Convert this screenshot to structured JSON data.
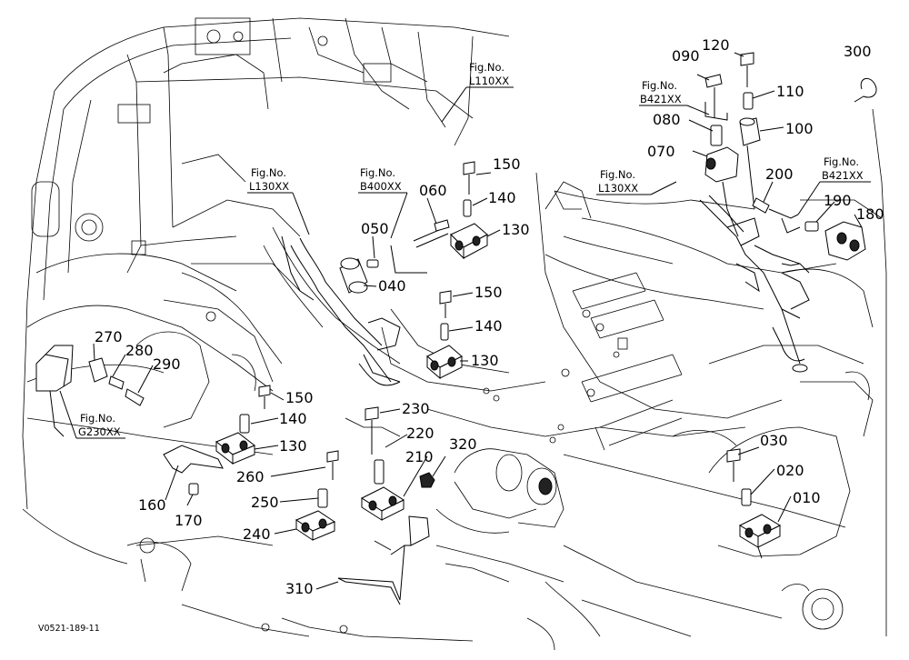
{
  "part_numbers": {
    "p010": "010",
    "p020": "020",
    "p030": "030",
    "p040": "040",
    "p050": "050",
    "p060": "060",
    "p070": "070",
    "p080": "080",
    "p090": "090",
    "p100": "100",
    "p110": "110",
    "p120": "120",
    "p130a": "130",
    "p130b": "130",
    "p130c": "130",
    "p140a": "140",
    "p140b": "140",
    "p140c": "140",
    "p150a": "150",
    "p150b": "150",
    "p150c": "150",
    "p160": "160",
    "p170": "170",
    "p180": "180",
    "p190": "190",
    "p200": "200",
    "p210": "210",
    "p220": "220",
    "p230": "230",
    "p240": "240",
    "p250": "250",
    "p260": "260",
    "p270": "270",
    "p280": "280",
    "p290": "290",
    "p300": "300",
    "p310": "310",
    "p320": "320"
  },
  "figure_refs": {
    "l110": {
      "label": "Fig.No.",
      "code": "L110XX"
    },
    "l130a": {
      "label": "Fig.No.",
      "code": "L130XX"
    },
    "b400": {
      "label": "Fig.No.",
      "code": "B400XX"
    },
    "b421a": {
      "label": "Fig.No.",
      "code": "B421XX"
    },
    "l130b": {
      "label": "Fig.No.",
      "code": "L130XX"
    },
    "b421b": {
      "label": "Fig.No.",
      "code": "B421XX"
    },
    "g230": {
      "label": "Fig.No.",
      "code": "G230XX"
    }
  },
  "drawing_code": "V0521-189-11"
}
